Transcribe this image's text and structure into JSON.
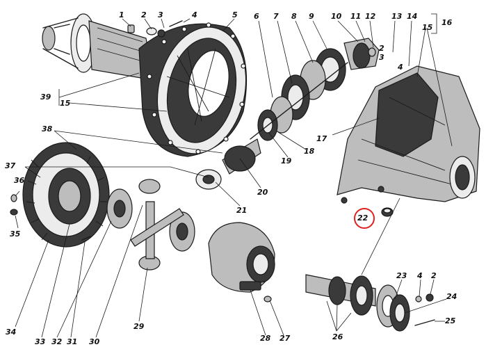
{
  "labels": {
    "l1": "1",
    "l2": "2",
    "l3": "3",
    "l4": "4",
    "l5": "5",
    "l6": "6",
    "l7": "7",
    "l8": "8",
    "l9": "9",
    "l10": "10",
    "l11": "11",
    "l12": "12",
    "l13": "13",
    "l14": "14",
    "l15a": "15",
    "l16": "16",
    "l2b": "2",
    "l3b": "3",
    "l4b": "4",
    "l39": "39",
    "l15b": "15",
    "l38": "38",
    "l17": "17",
    "l18": "18",
    "l19": "19",
    "l20": "20",
    "l21": "21",
    "l22": "22",
    "l37": "37",
    "l36": "36",
    "l35": "35",
    "l34": "34",
    "l33": "33",
    "l32": "32",
    "l31": "31",
    "l30": "30",
    "l29": "29",
    "l28": "28",
    "l27": "27",
    "l26": "26",
    "l23": "23",
    "l4c": "4",
    "l2c": "2",
    "l24": "24",
    "l25": "25"
  },
  "highlight": {
    "part": "22",
    "color": "#e02020"
  }
}
